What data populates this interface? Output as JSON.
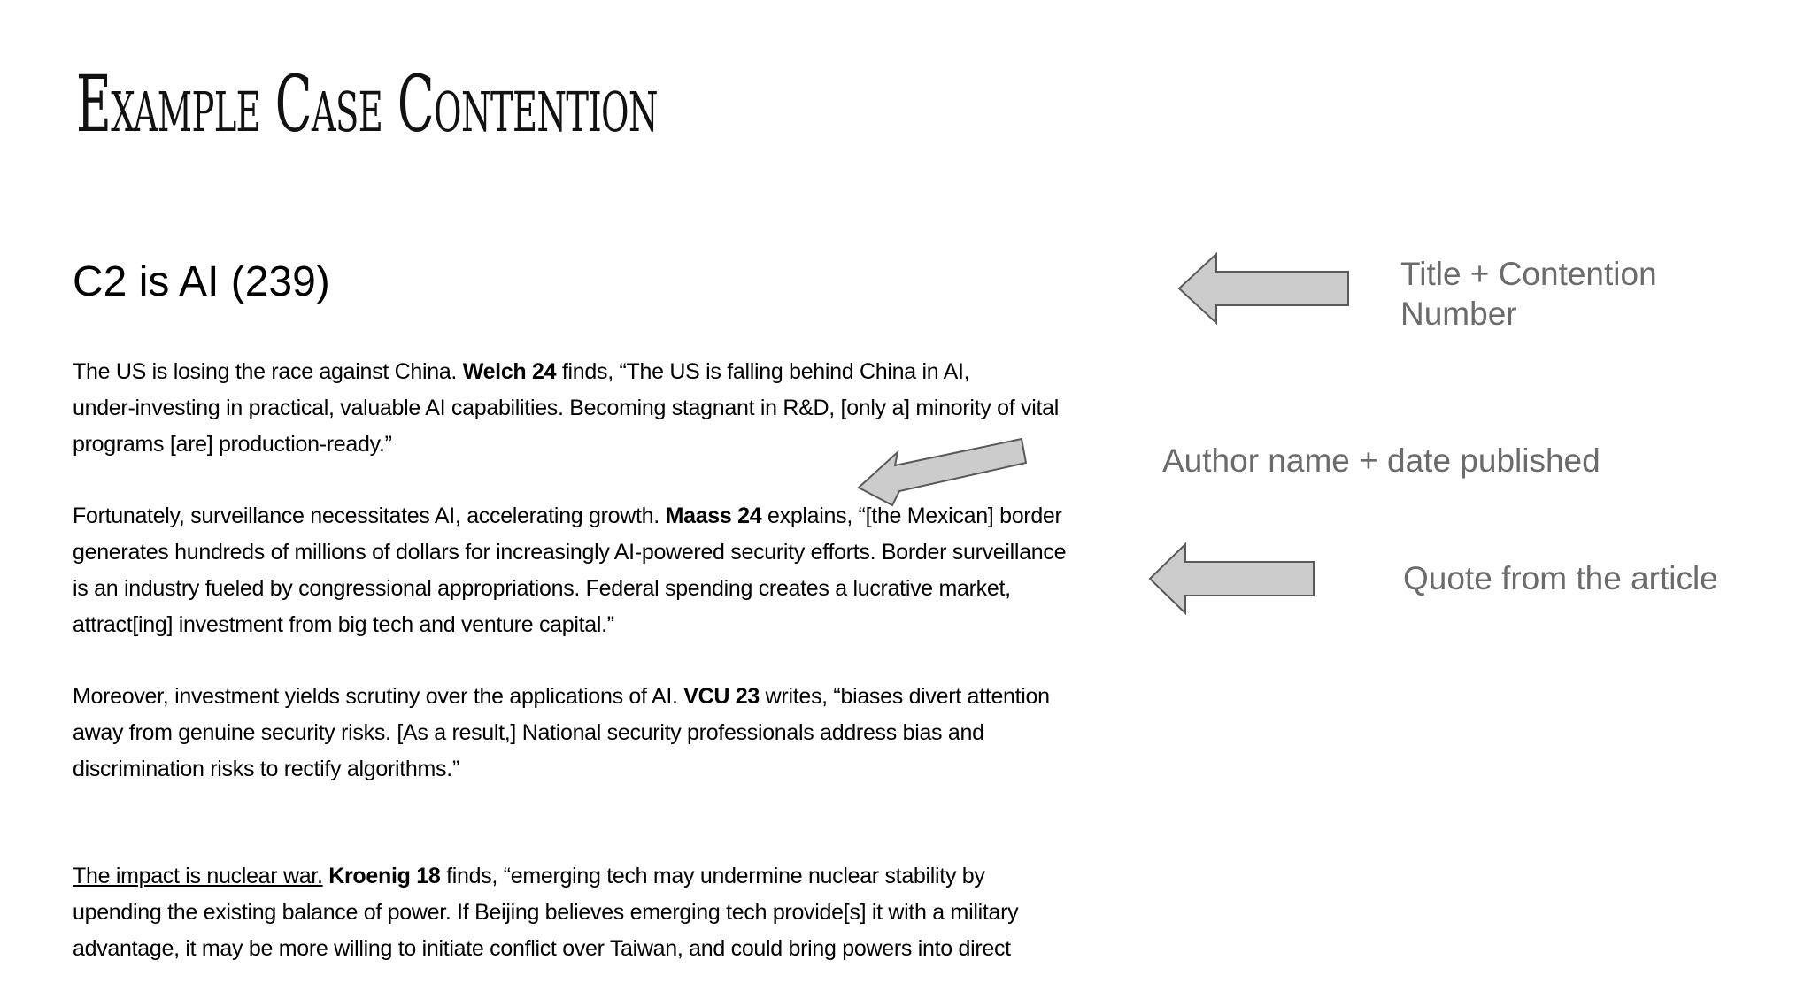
{
  "slide": {
    "title": "Example Case Contention",
    "contention_heading": "C2 is AI (239)"
  },
  "paragraphs": {
    "p1": {
      "line1_a": "The US is losing the race against China. ",
      "line1_cite": "Welch 24",
      "line1_b": " finds, “The US is falling behind China in AI,",
      "line2": "under-investing in practical, valuable AI capabilities. Becoming stagnant in R&D, [only a] minority of vital",
      "line3": "programs [are] production-ready.”"
    },
    "p2": {
      "line1_a": "Fortunately, surveillance necessitates AI, accelerating growth. ",
      "line1_cite": "Maass 24",
      "line1_b": " explains, “[the Mexican] border",
      "line2": "generates hundreds of millions of dollars for increasingly AI-powered security efforts. Border surveillance",
      "line3": "is an industry fueled by congressional appropriations. Federal spending creates a lucrative market,",
      "line4": "attract[ing] investment from big tech and venture capital.”"
    },
    "p3": {
      "line1_a": "Moreover, investment yields scrutiny over the applications of AI. ",
      "line1_cite": "VCU 23",
      "line1_b": " writes, “biases divert attention",
      "line2": "away from genuine security risks. [As a result,] National security professionals address bias and",
      "line3": "discrimination risks to rectify algorithms.”"
    },
    "p4": {
      "line1_impact": "The impact is nuclear war.",
      "line1_space": " ",
      "line1_cite": "Kroenig 18",
      "line1_b": " finds, “emerging tech may undermine nuclear stability by",
      "line2": "upending the existing balance of power. If Beijing believes emerging tech provide[s] it with a military",
      "line3": "advantage, it may be more willing to initiate conflict over Taiwan, and could bring powers into direct"
    }
  },
  "annotations": {
    "title_line1": "Title + Contention",
    "title_line2": "Number",
    "author": "Author name + date published",
    "quote": "Quote from the article"
  },
  "colors": {
    "arrow_fill": "#cccccc",
    "arrow_stroke": "#595959",
    "annotation_text": "#6b6b6b",
    "body_text": "#000000"
  },
  "icons": {
    "arrow_1": "left-arrow-icon",
    "arrow_2": "left-arrow-icon",
    "arrow_3": "left-arrow-icon"
  }
}
